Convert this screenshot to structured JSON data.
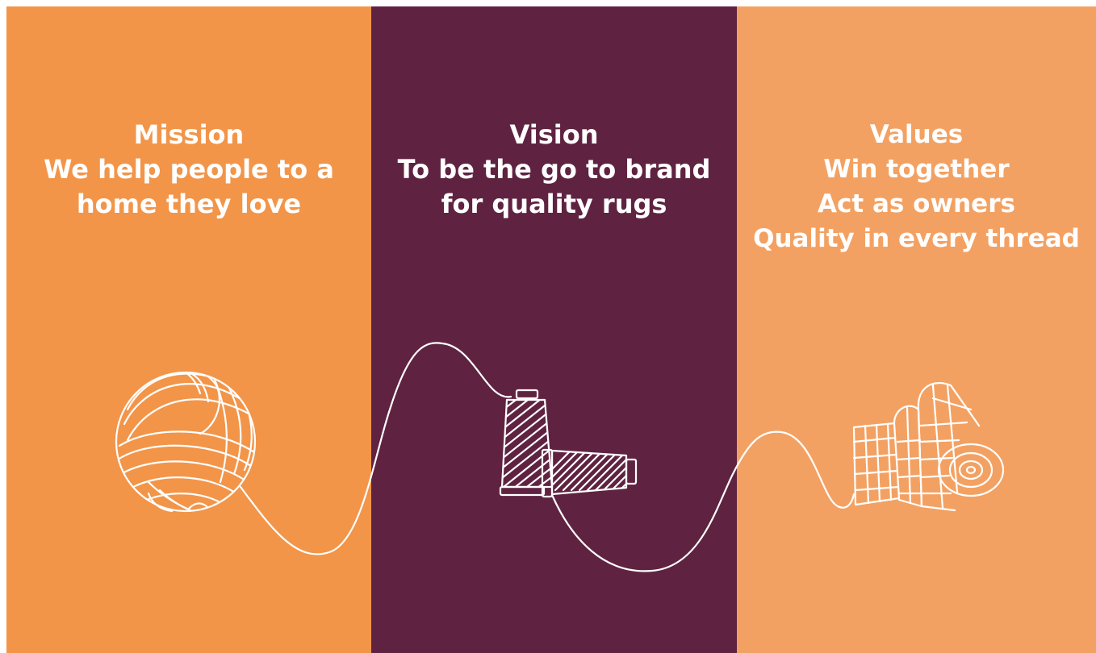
{
  "colors": {
    "mission_bg": "#f29549",
    "vision_bg": "#5f2341",
    "values_bg": "#f3a162",
    "line": "#ffffff"
  },
  "mission": {
    "title": "Mission",
    "lines": [
      "We help people to a",
      "home they love"
    ]
  },
  "vision": {
    "title": "Vision",
    "lines": [
      "To be the go to brand",
      "for quality rugs"
    ]
  },
  "values": {
    "title": "Values",
    "lines": [
      "Win together",
      "Act as owners",
      "Quality in every thread"
    ]
  },
  "icons": [
    "yarn-ball-icon",
    "thread-spools-icon",
    "rug-roll-icon"
  ]
}
